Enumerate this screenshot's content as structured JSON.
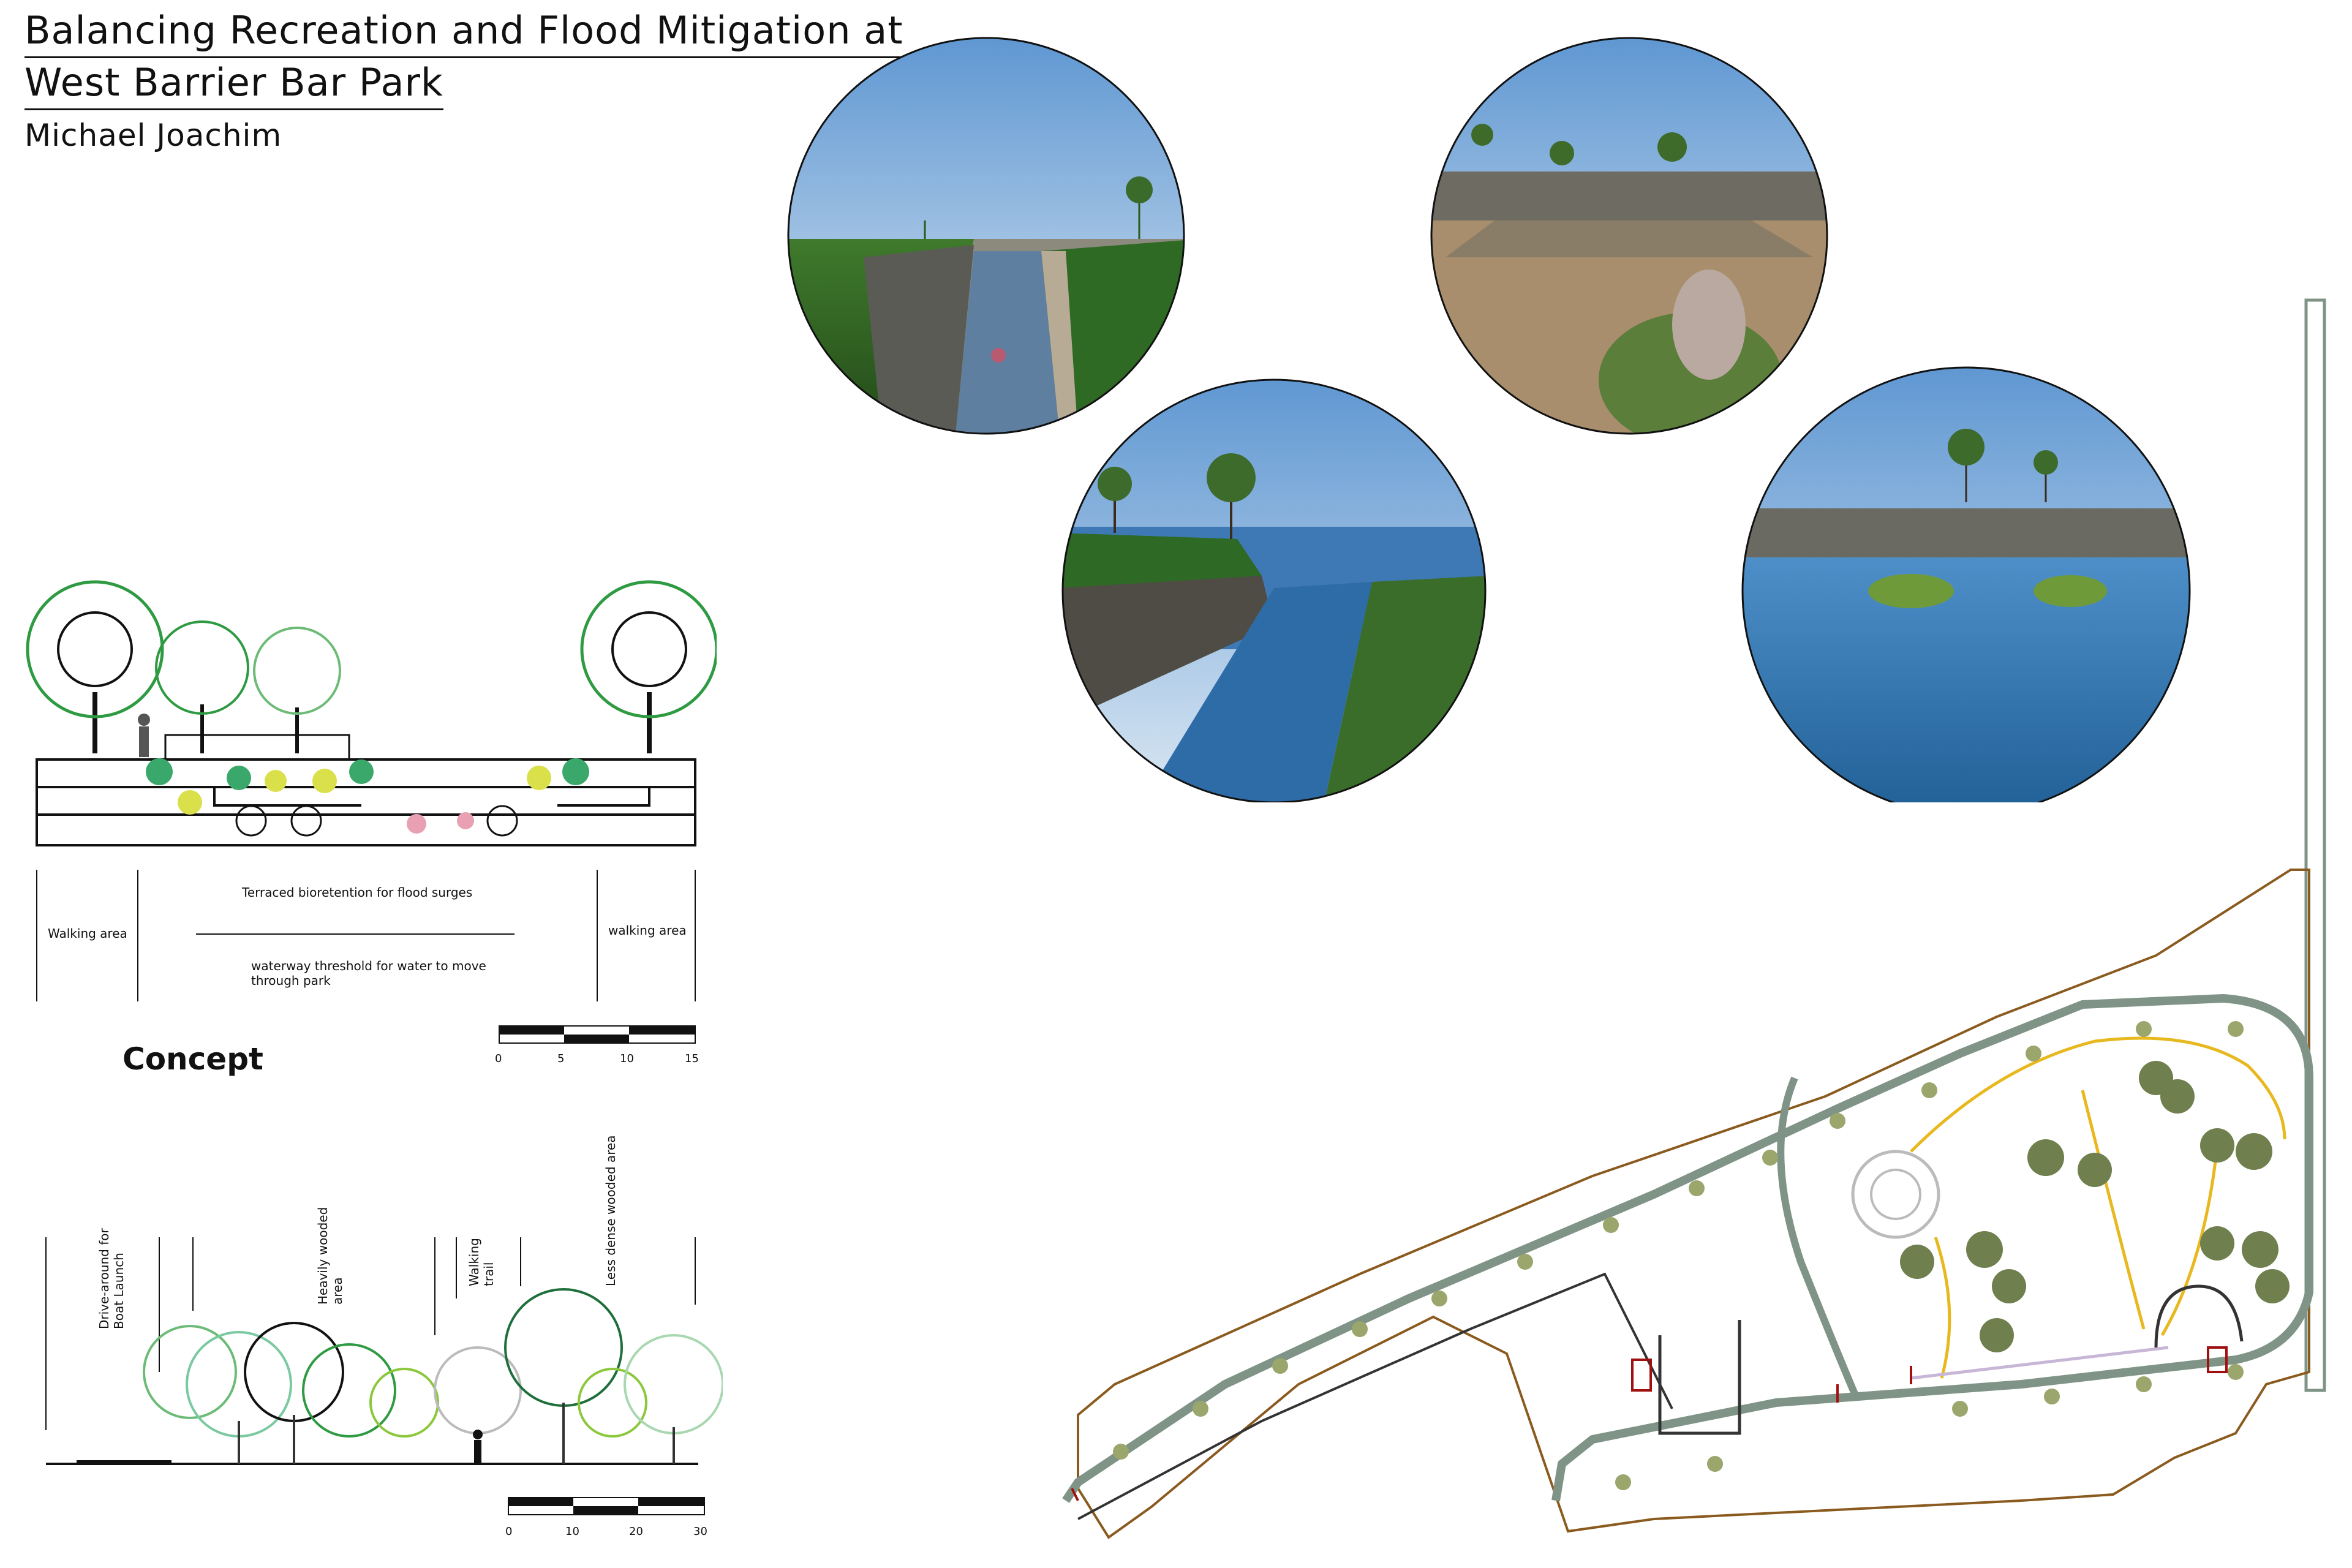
{
  "title": {
    "line1": "Balancing Recreation and Flood Mitigation at",
    "line2": "West Barrier Bar Park"
  },
  "author": "Michael Joachim",
  "section": {
    "labels": {
      "walking_left": "Walking area",
      "terraced": "Terraced bioretention for flood surges",
      "walking_right": "walking area",
      "waterway": "waterway threshold for water to move through park"
    },
    "scale_ticks": [
      "0",
      "5",
      "10",
      "15"
    ]
  },
  "concept": {
    "heading": "Concept",
    "labels": {
      "drive_around": "Drive-around for Boat Launch",
      "heavily_wooded": "Heavily wooded area",
      "walking_trail": "Walking trail",
      "less_dense": "Less dense wooded area"
    },
    "scale_ticks": [
      "0",
      "10",
      "20",
      "30"
    ]
  },
  "renderings": [
    {
      "view": "terraced channel with shoreline"
    },
    {
      "view": "dry sandy basin with grasses"
    },
    {
      "view": "channel opening to lake"
    },
    {
      "view": "flooded channel with plantings"
    }
  ],
  "colors": {
    "path_green": "#7f9486",
    "trail_yellow": "#e8b81f",
    "boundary_brown": "#8a5a1e",
    "tree_olive": "#9aa66b",
    "tree_dark": "#6f7f4e",
    "accent_red": "#a01010"
  }
}
